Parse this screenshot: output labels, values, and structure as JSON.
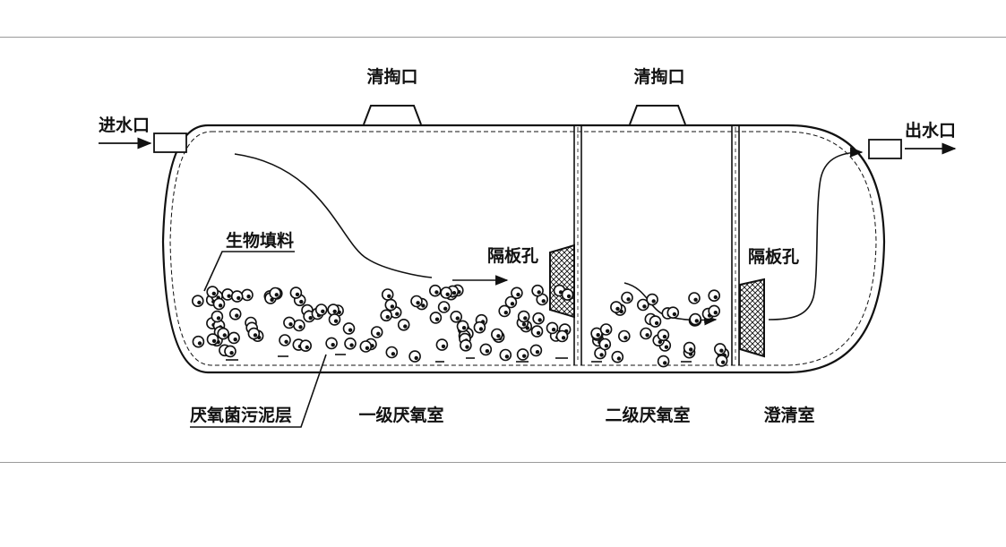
{
  "labels": {
    "inlet": "进水口",
    "outlet": "出水口",
    "cleanout_left": "清掏口",
    "cleanout_right": "清掏口",
    "bio_filler": "生物填料",
    "baffle_hole_left": "隔板孔",
    "baffle_hole_right": "隔板孔",
    "sludge_layer": "厌氧菌污泥层",
    "chamber_1": "一级厌氧室",
    "chamber_2": "二级厌氧室",
    "chamber_3": "澄清室"
  }
}
